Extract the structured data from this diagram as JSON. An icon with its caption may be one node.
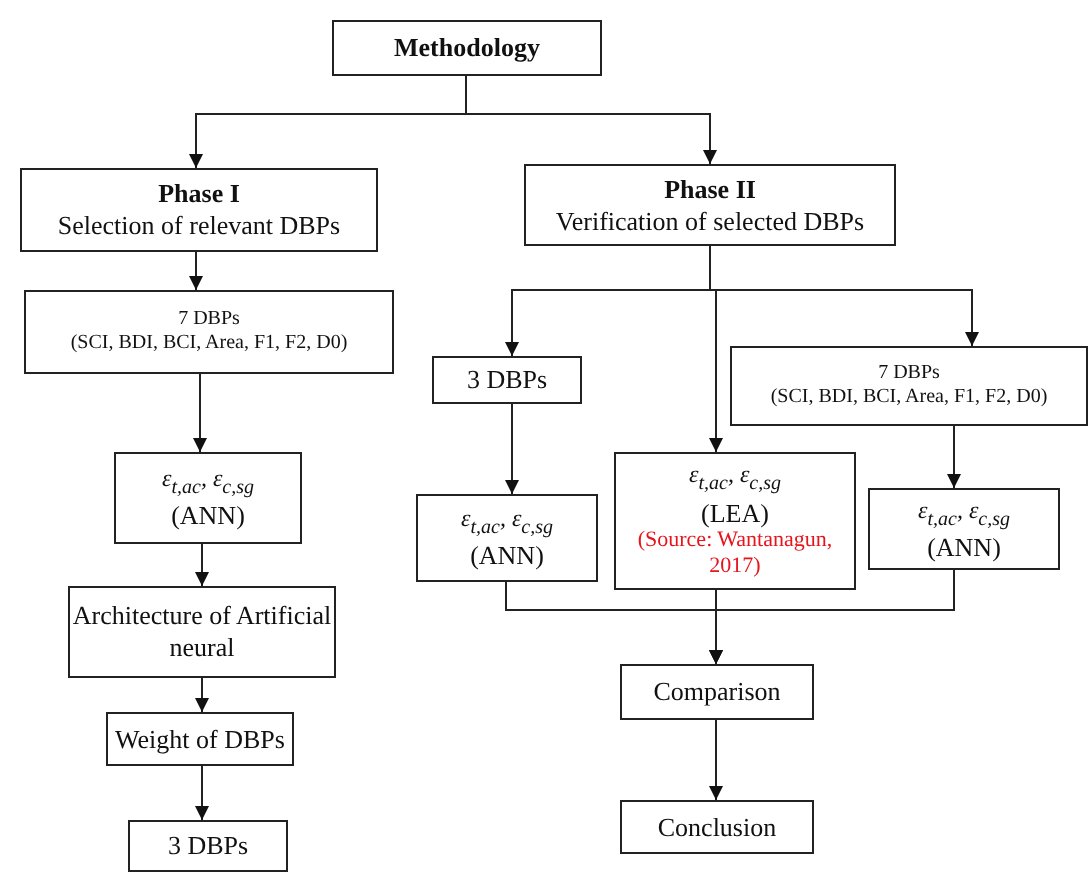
{
  "diagram": {
    "nodes": [
      {
        "text": [
          "Methodology"
        ]
      },
      {
        "text": [
          "Phase I",
          "Selection of relevant DBPs"
        ]
      },
      {
        "text": [
          "Phase II",
          "Verification of selected DBPs"
        ]
      },
      {
        "text": [
          "7 DBPs",
          "(SCI, BDI, BCI, Area, F1, F2, D0)"
        ]
      },
      {
        "text": [
          "ε$_{t,ac}$, ε$_{c,sg}$",
          "(ANN)"
        ]
      },
      {
        "text": [
          "Architecture of Artificial neural"
        ]
      },
      {
        "text": [
          "Weight of DBPs"
        ]
      },
      {
        "text": [
          "3 DBPs"
        ]
      },
      {
        "text": [
          "3 DBPs"
        ]
      },
      {
        "text": [
          "7 DBPs",
          "(SCI, BDI, BCI, Area, F1, F2, D0)"
        ]
      },
      {
        "text": [
          "ε$_{t,ac}$, ε$_{c,sg}$",
          "(ANN)"
        ]
      },
      {
        "text": [
          "ε$_{t,ac}$, ε$_{c,sg}$",
          "(LEA)",
          "(Source: Wantanagun, 2017)"
        ]
      },
      {
        "text": [
          "ε$_{t,ac}$, ε$_{c,sg}$",
          "(ANN)"
        ]
      },
      {
        "text": [
          "Comparison"
        ]
      },
      {
        "text": [
          "Conclusion"
        ]
      }
    ],
    "edges": [
      {
        "from": 0,
        "to": 1,
        "arrow": "to"
      },
      {
        "from": 0,
        "to": 2,
        "arrow": "to"
      },
      {
        "from": 1,
        "to": 3,
        "arrow": "to"
      },
      {
        "from": 3,
        "to": 4,
        "arrow": "to"
      },
      {
        "from": 4,
        "to": 5,
        "arrow": "to"
      },
      {
        "from": 5,
        "to": 6,
        "arrow": "to"
      },
      {
        "from": 6,
        "to": 7,
        "arrow": "to"
      },
      {
        "from": 2,
        "to": 8,
        "arrow": "to"
      },
      {
        "from": 2,
        "to": 11,
        "arrow": "to"
      },
      {
        "from": 2,
        "to": 9,
        "arrow": "to"
      },
      {
        "from": 8,
        "to": 10,
        "arrow": "to"
      },
      {
        "from": 9,
        "to": 12,
        "arrow": "to"
      },
      {
        "from": 10,
        "to": 13,
        "arrow": "to"
      },
      {
        "from": 11,
        "to": 13,
        "arrow": "to"
      },
      {
        "from": 12,
        "to": 13,
        "arrow": "to"
      },
      {
        "from": 13,
        "to": 14,
        "arrow": "to"
      }
    ]
  }
}
